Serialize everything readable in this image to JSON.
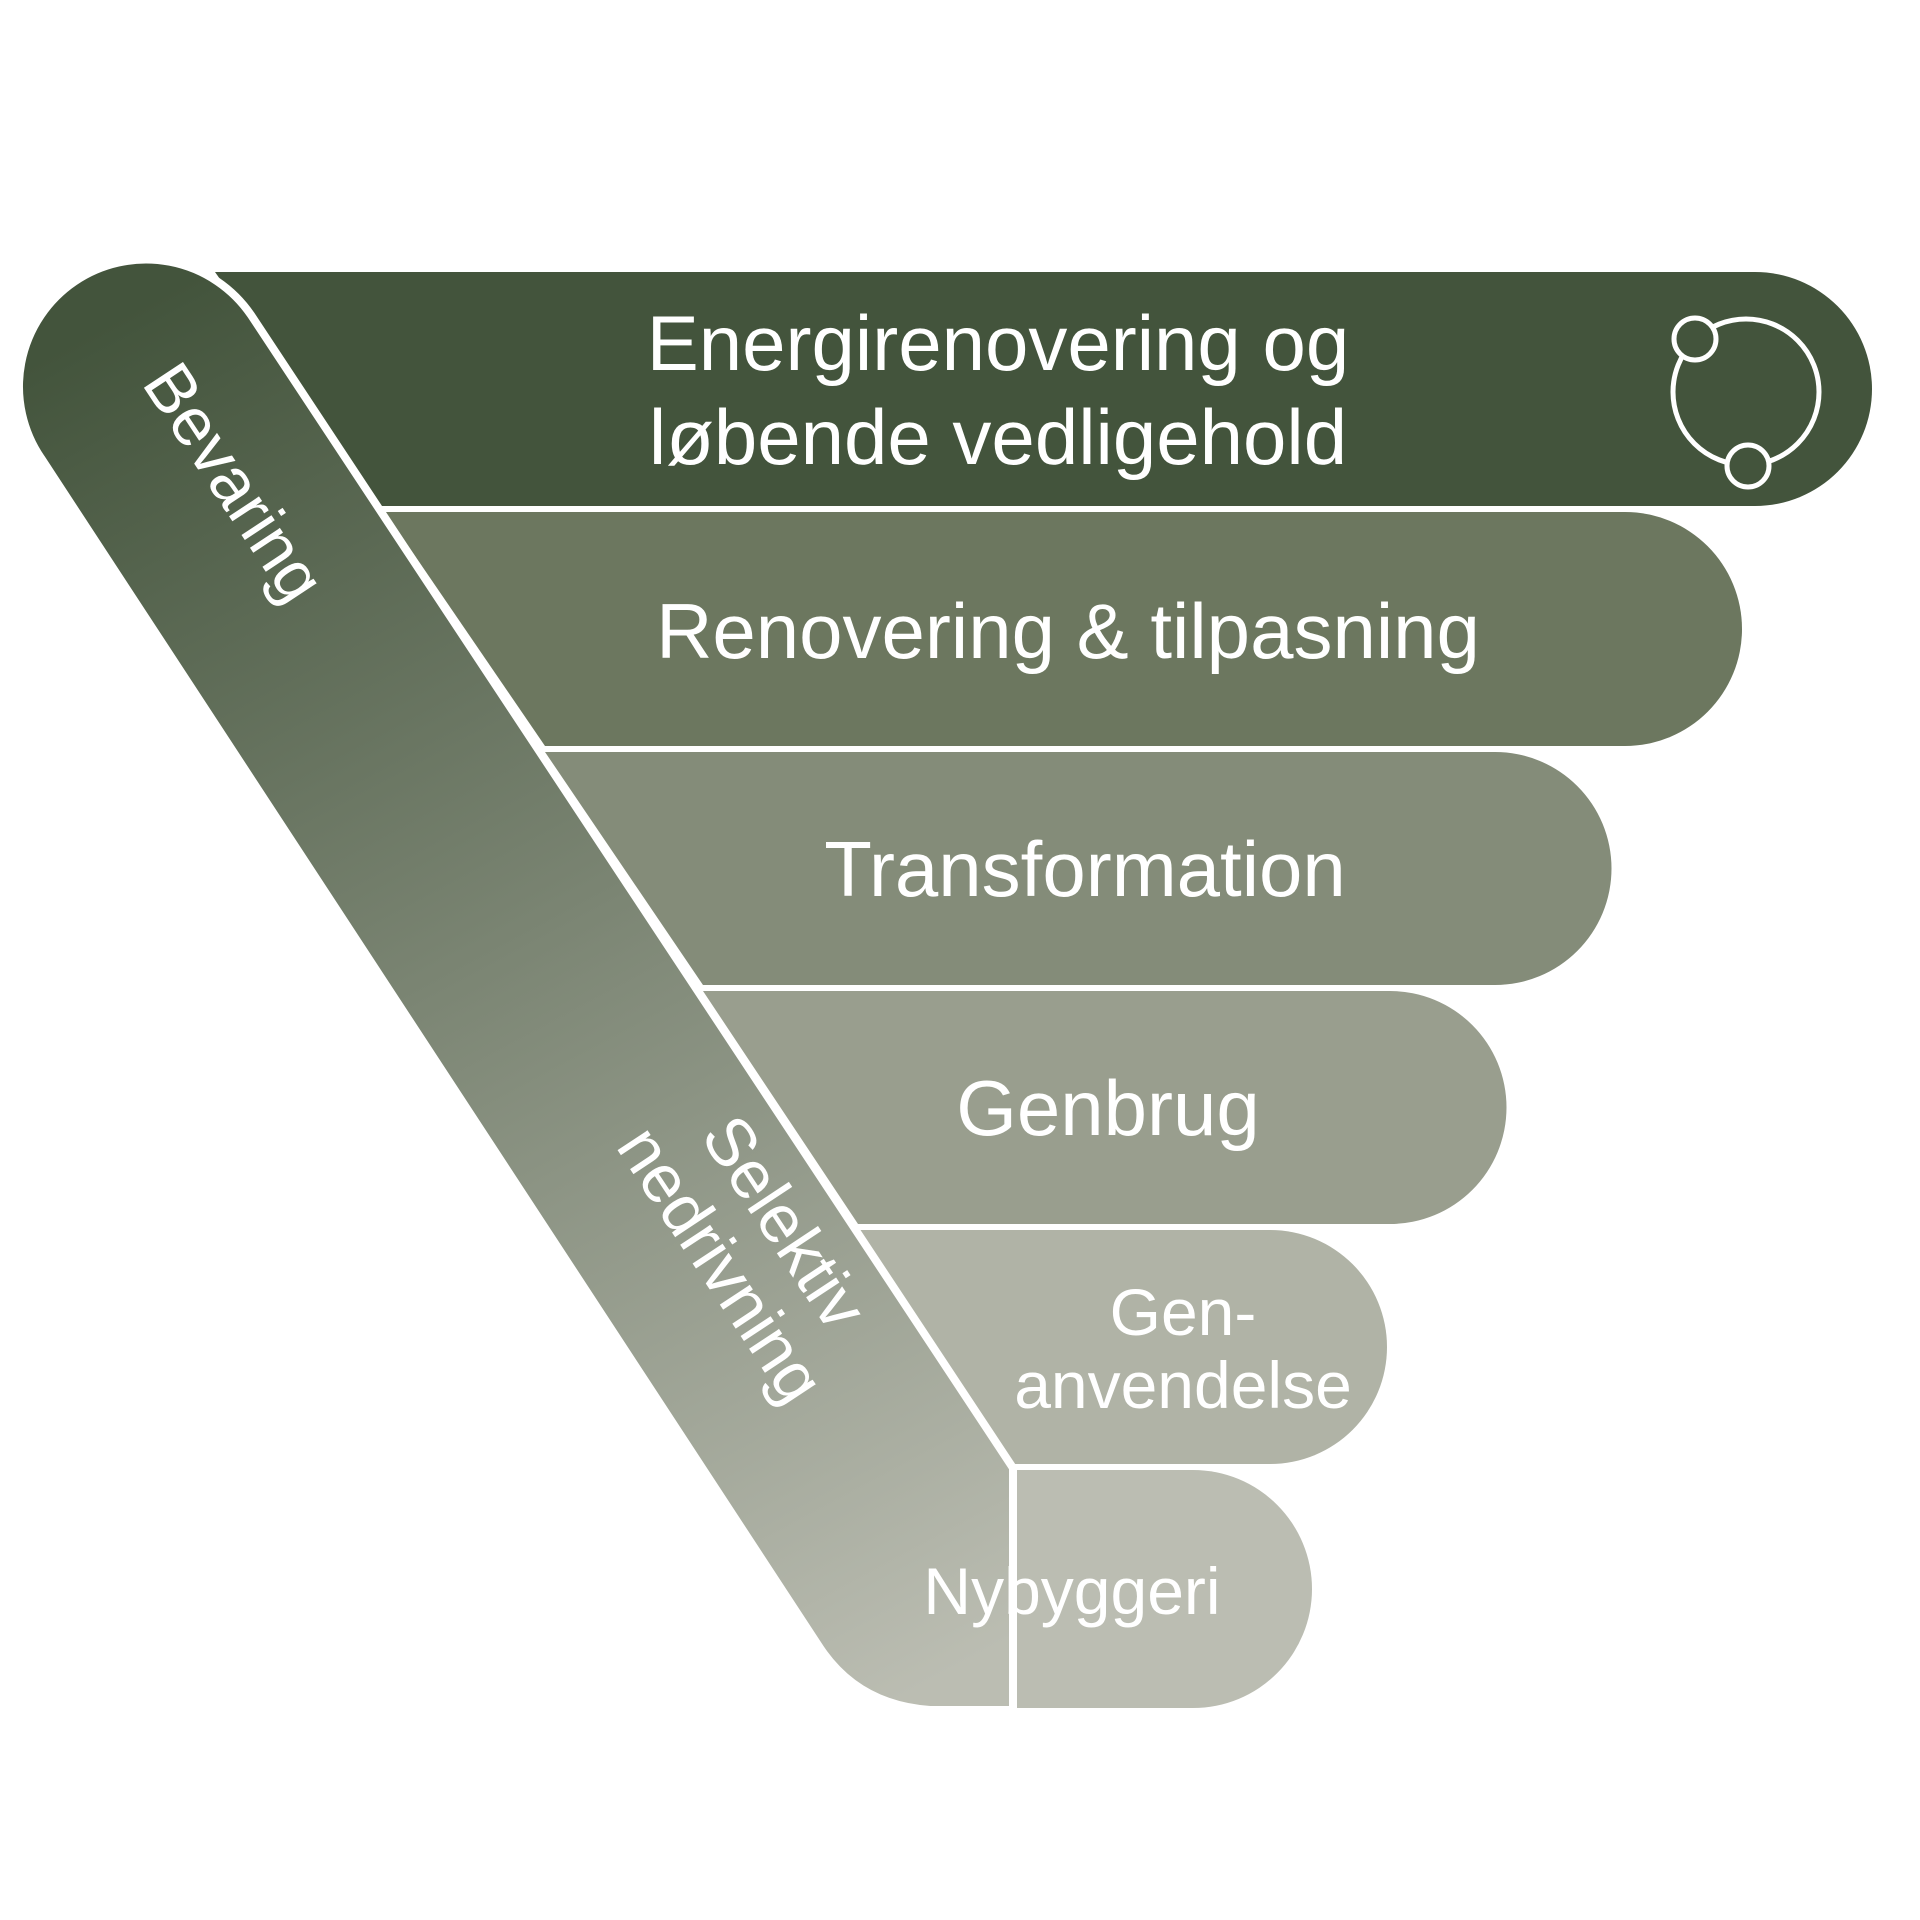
{
  "diagram": {
    "colors": {
      "band1": "#43543c",
      "band2": "#6c775f",
      "band3": "#848c79",
      "band4": "#999e8e",
      "band5": "#b0b3a6",
      "band6": "#bbbdb2",
      "text": "#ffffff",
      "background": "#ffffff",
      "gradient_start": "#43543c",
      "gradient_end": "#bbbdb2"
    },
    "bands": [
      {
        "lines": [
          "Energirenovering og",
          "løbende vedligehold"
        ]
      },
      {
        "lines": [
          "Renovering & tilpasning"
        ]
      },
      {
        "lines": [
          "Transformation"
        ]
      },
      {
        "lines": [
          "Genbrug"
        ]
      },
      {
        "lines": [
          "Gen-",
          "anvendelse"
        ]
      },
      {
        "lines": [
          "Nybyggeri"
        ]
      }
    ],
    "diagonal_labels": [
      {
        "lines": [
          "Bevaring"
        ]
      },
      {
        "lines": [
          "Selektiv",
          "nedrivning"
        ]
      }
    ],
    "icon": "circular-cycle-icon"
  }
}
